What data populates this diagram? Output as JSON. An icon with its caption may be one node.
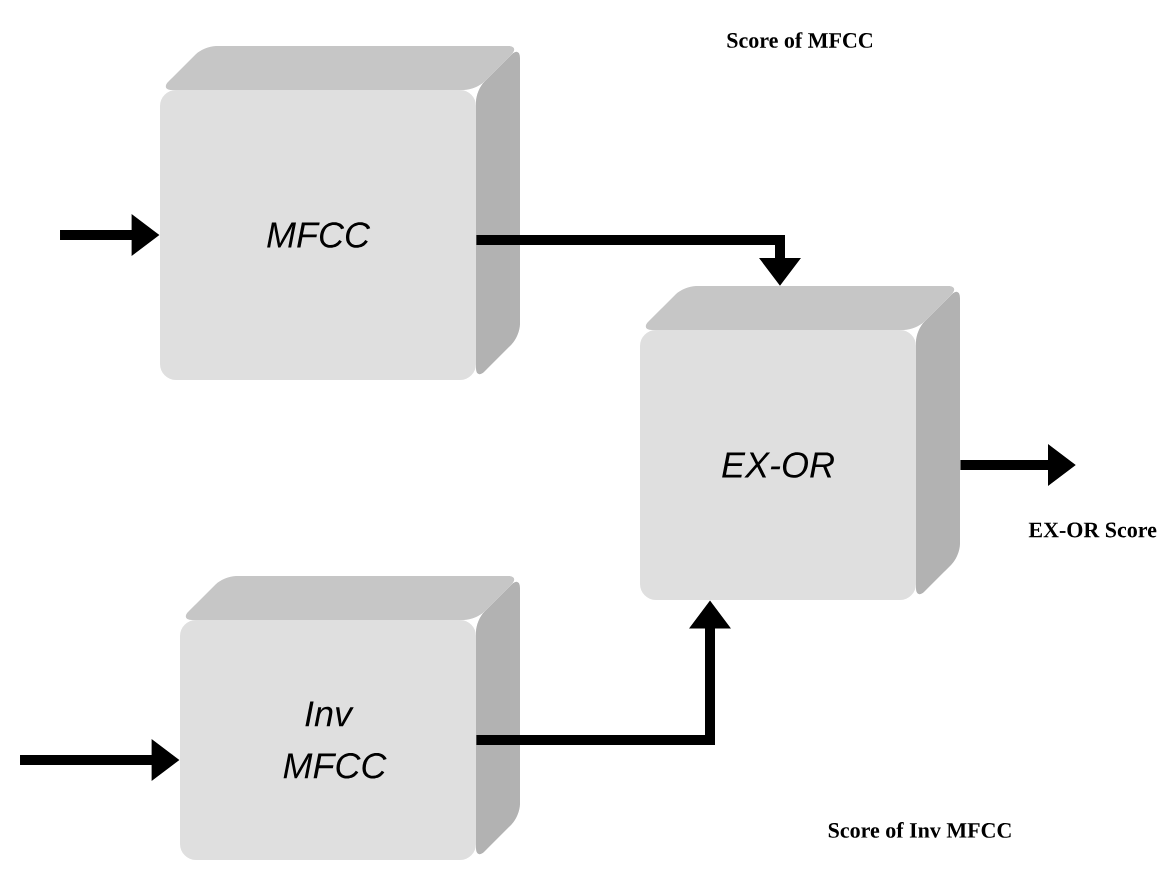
{
  "diagram": {
    "nodes": [
      {
        "text": [
          "MFCC"
        ]
      },
      {
        "text": [
          "EX-OR"
        ]
      },
      {
        "text": [
          "Inv MFCC"
        ]
      }
    ],
    "edges": [
      {
        "from": null,
        "to": 0,
        "arrow": "to"
      },
      {
        "from": 0,
        "to": 1,
        "arrow": "to"
      },
      {
        "from": 2,
        "to": 1,
        "arrow": "to"
      },
      {
        "from": 1,
        "to": null,
        "arrow": "to"
      },
      {
        "from": null,
        "to": 2,
        "arrow": "to"
      }
    ],
    "labels": [
      "Score of MFCC",
      "EX-OR Score",
      "Score of Inv MFCC"
    ]
  }
}
